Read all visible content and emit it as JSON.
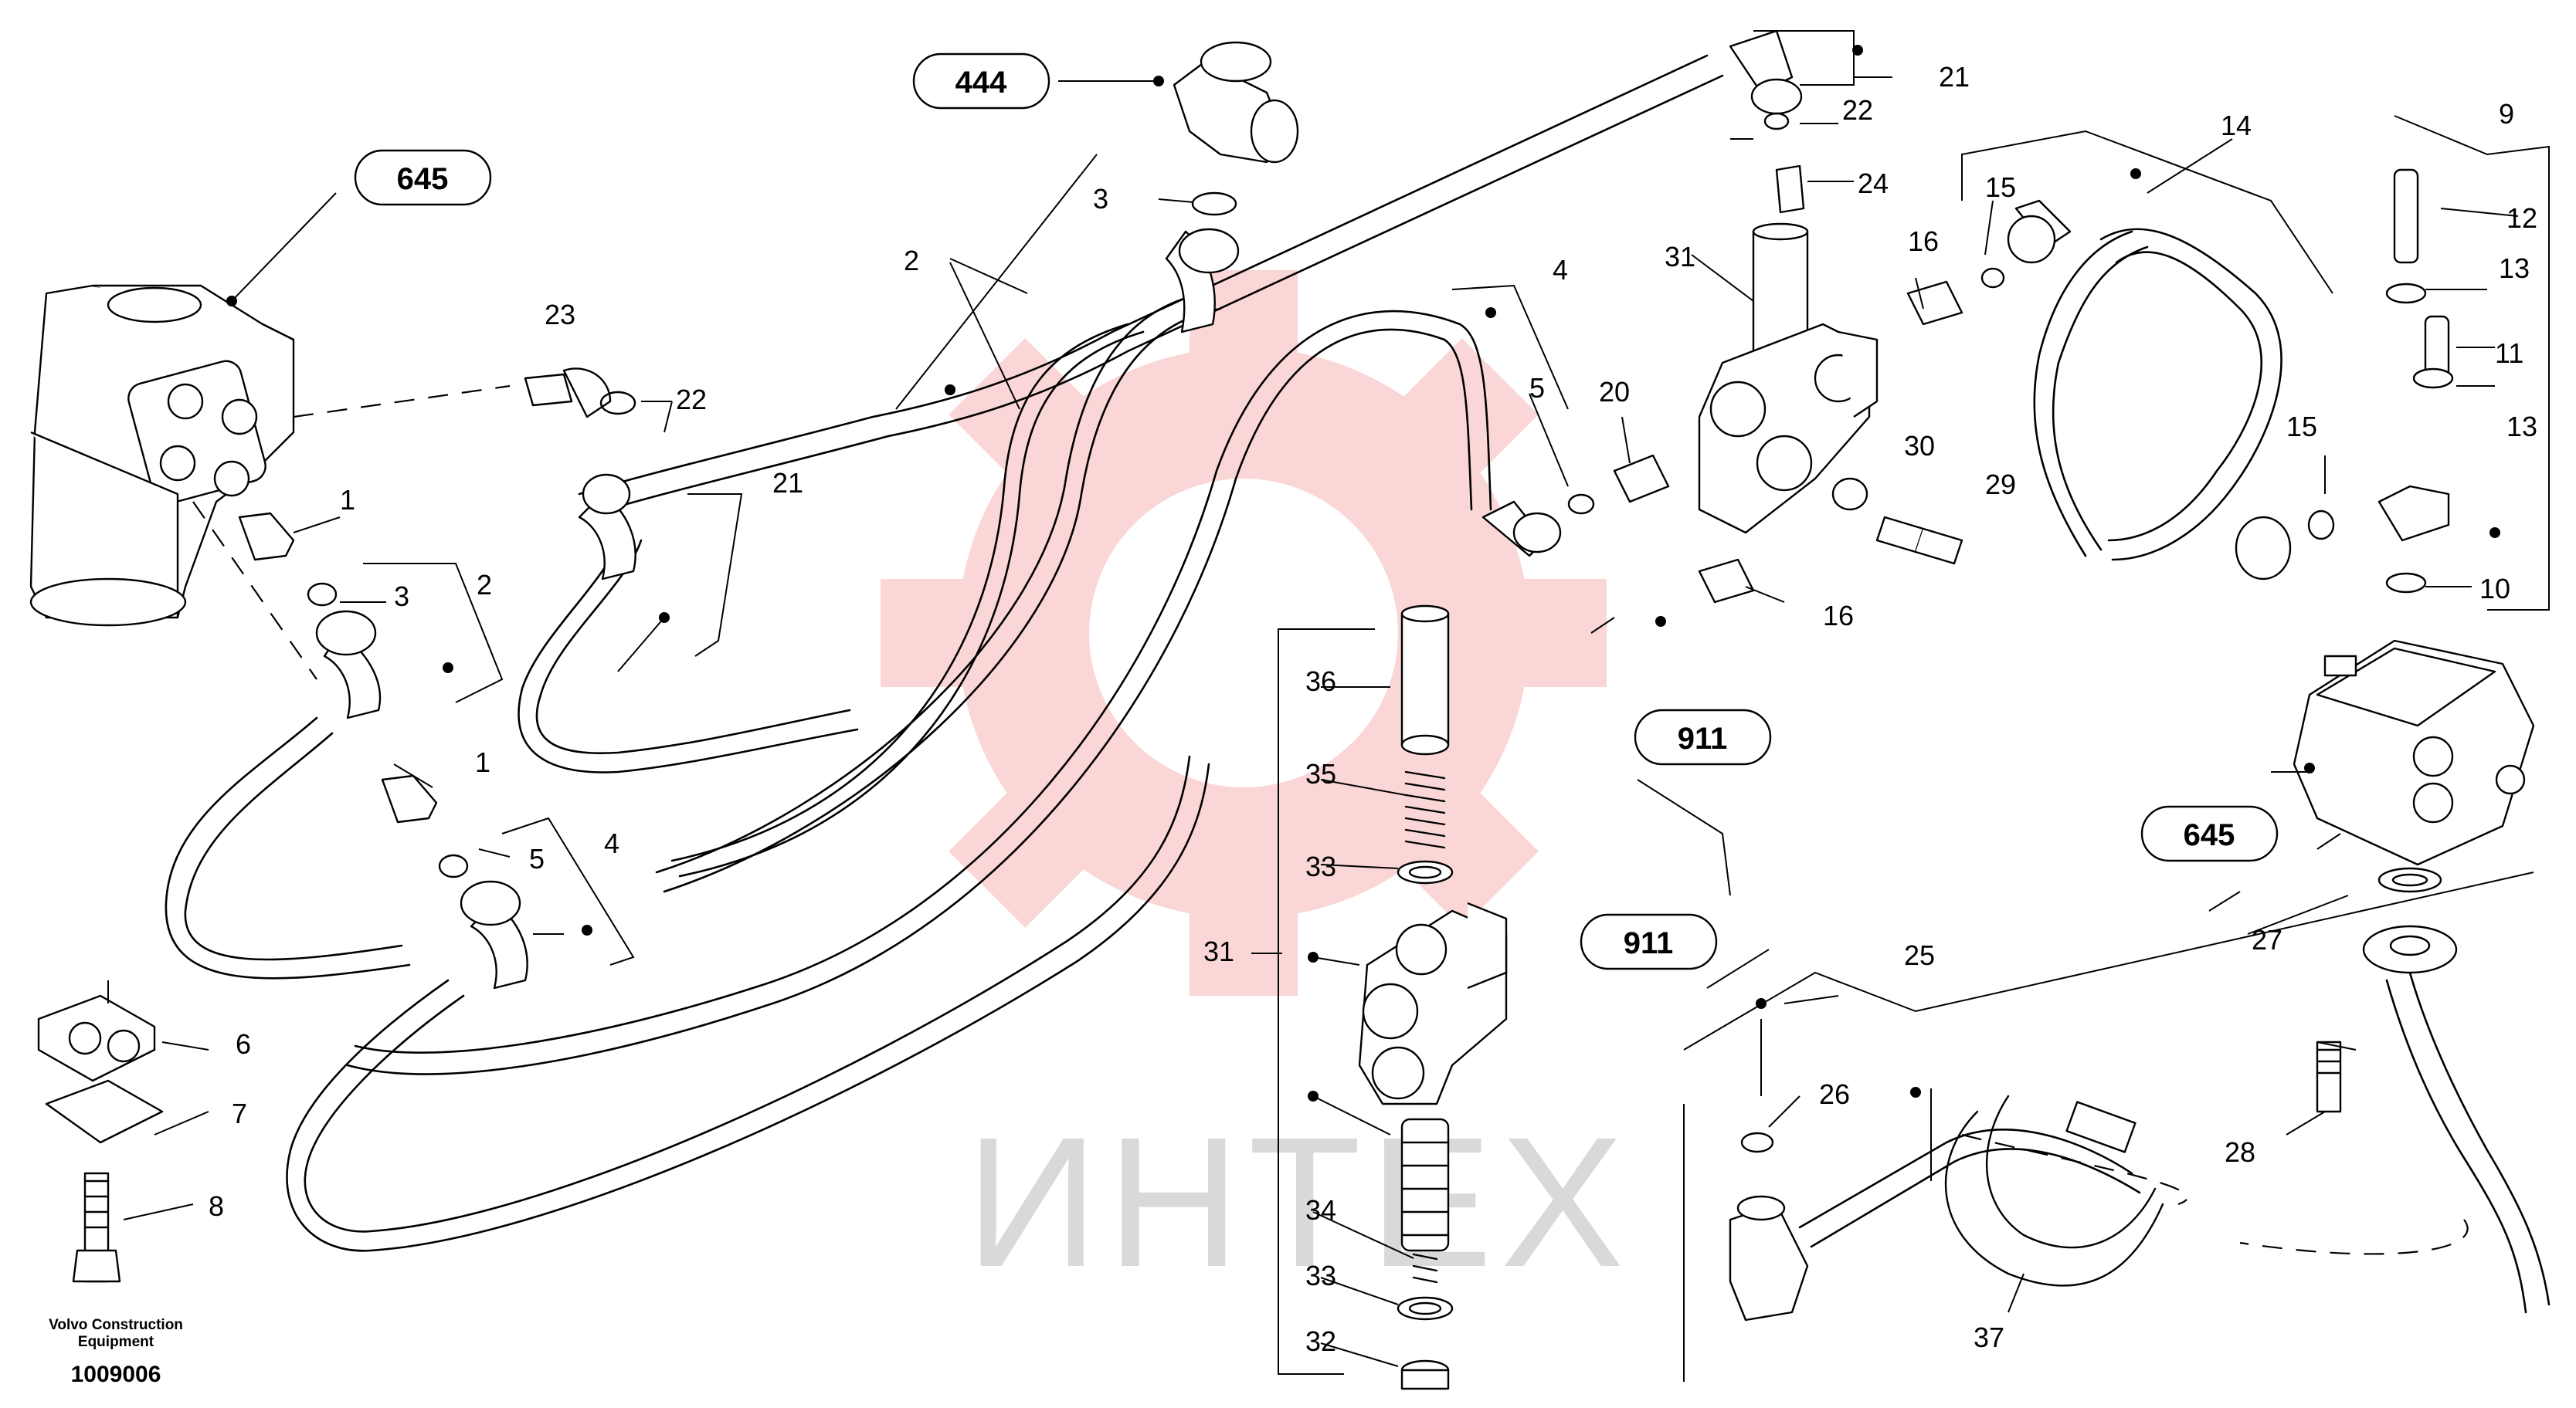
{
  "diagram": {
    "brand_caption_line1": "Volvo Construction",
    "brand_caption_line2": "Equipment",
    "drawing_number": "1009006",
    "watermark": "ИНТЕХ",
    "reference_groups": [
      {
        "id": "ref-645-top",
        "label": "645"
      },
      {
        "id": "ref-444",
        "label": "444"
      },
      {
        "id": "ref-911-mid",
        "label": "911"
      },
      {
        "id": "ref-911-low",
        "label": "911"
      },
      {
        "id": "ref-645-right",
        "label": "645"
      }
    ],
    "callouts": [
      {
        "id": "c1a",
        "label": "1"
      },
      {
        "id": "c1b",
        "label": "1"
      },
      {
        "id": "c2a",
        "label": "2"
      },
      {
        "id": "c2b",
        "label": "2"
      },
      {
        "id": "c3a",
        "label": "3"
      },
      {
        "id": "c3b",
        "label": "3"
      },
      {
        "id": "c4a",
        "label": "4"
      },
      {
        "id": "c4b",
        "label": "4"
      },
      {
        "id": "c5a",
        "label": "5"
      },
      {
        "id": "c5b",
        "label": "5"
      },
      {
        "id": "c6",
        "label": "6"
      },
      {
        "id": "c7",
        "label": "7"
      },
      {
        "id": "c8",
        "label": "8"
      },
      {
        "id": "c9",
        "label": "9"
      },
      {
        "id": "c10",
        "label": "10"
      },
      {
        "id": "c11",
        "label": "11"
      },
      {
        "id": "c12",
        "label": "12"
      },
      {
        "id": "c13a",
        "label": "13"
      },
      {
        "id": "c13b",
        "label": "13"
      },
      {
        "id": "c14",
        "label": "14"
      },
      {
        "id": "c15a",
        "label": "15"
      },
      {
        "id": "c15b",
        "label": "15"
      },
      {
        "id": "c16a",
        "label": "16"
      },
      {
        "id": "c16b",
        "label": "16"
      },
      {
        "id": "c20",
        "label": "20"
      },
      {
        "id": "c21a",
        "label": "21"
      },
      {
        "id": "c21b",
        "label": "21"
      },
      {
        "id": "c22a",
        "label": "22"
      },
      {
        "id": "c22b",
        "label": "22"
      },
      {
        "id": "c23",
        "label": "23"
      },
      {
        "id": "c24",
        "label": "24"
      },
      {
        "id": "c25",
        "label": "25"
      },
      {
        "id": "c26",
        "label": "26"
      },
      {
        "id": "c27",
        "label": "27"
      },
      {
        "id": "c28",
        "label": "28"
      },
      {
        "id": "c29",
        "label": "29"
      },
      {
        "id": "c30",
        "label": "30"
      },
      {
        "id": "c31a",
        "label": "31"
      },
      {
        "id": "c31b",
        "label": "31"
      },
      {
        "id": "c32",
        "label": "32"
      },
      {
        "id": "c33a",
        "label": "33"
      },
      {
        "id": "c33b",
        "label": "33"
      },
      {
        "id": "c34",
        "label": "34"
      },
      {
        "id": "c35",
        "label": "35"
      },
      {
        "id": "c36",
        "label": "36"
      },
      {
        "id": "c37",
        "label": "37"
      }
    ]
  }
}
